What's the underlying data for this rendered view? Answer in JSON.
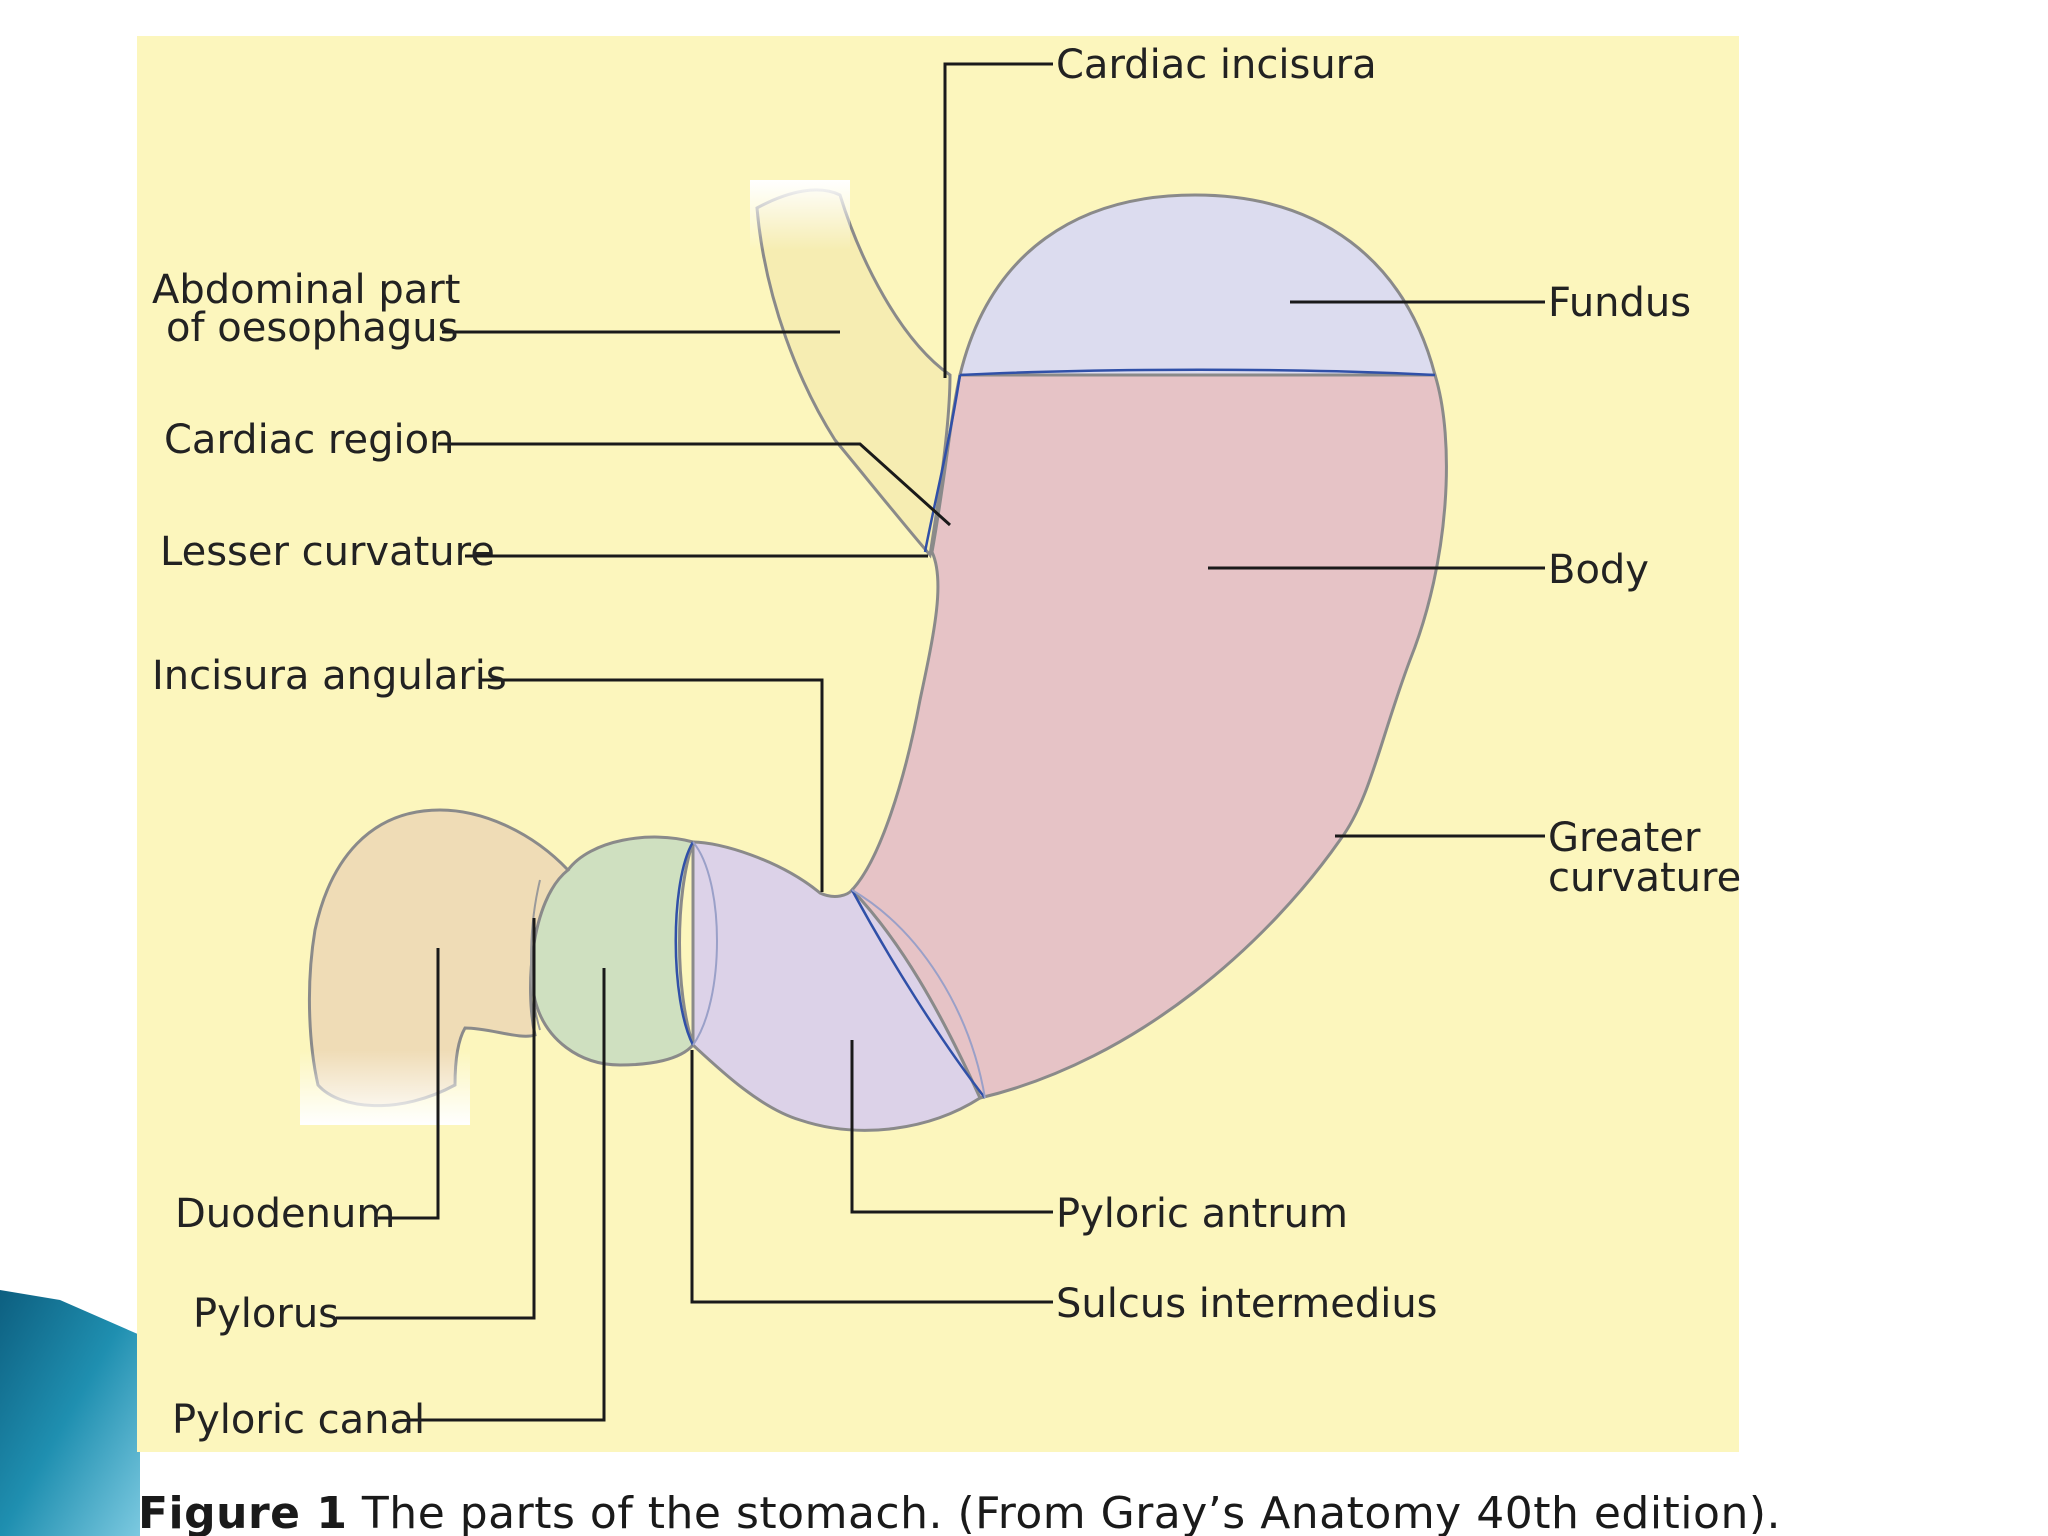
{
  "figure": {
    "labels": {
      "cardiac_incisura": "Cardiac incisura",
      "abdominal_part_line1": "Abdominal part",
      "abdominal_part_line2": "of oesophagus",
      "fundus": "Fundus",
      "cardiac_region": "Cardiac region",
      "lesser_curvature": "Lesser curvature",
      "body": "Body",
      "incisura_angularis": "Incisura angularis",
      "greater_curvature_line1": "Greater",
      "greater_curvature_line2": "curvature",
      "duodenum": "Duodenum",
      "pyloric_antrum": "Pyloric antrum",
      "sulcus_intermedius": "Sulcus intermedius",
      "pylorus": "Pylorus",
      "pyloric_canal": "Pyloric canal"
    },
    "caption": {
      "figure_number": "Figure 1",
      "text": " The parts of the stomach. (From Gray’s Anatomy 40th edition)."
    }
  },
  "colors": {
    "panel_background": "#fcf6bd",
    "oesophagus": "#f6edb2",
    "fundus": "#dcdcef",
    "body": "#e6c3c6",
    "pyloric_antrum": "#dcd2e8",
    "pyloric_canal": "#cfe0c0",
    "duodenum": "#efdcb6",
    "slide_accent": "#1f8fb0"
  }
}
